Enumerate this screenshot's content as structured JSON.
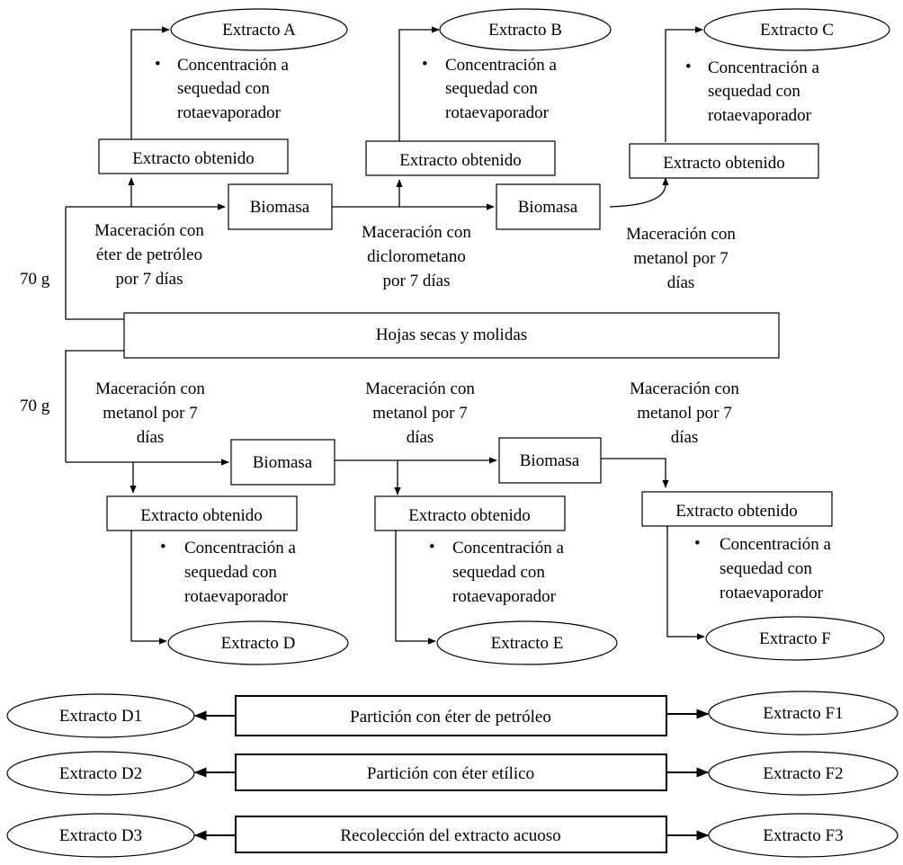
{
  "source": "Hojas secas y molidas",
  "mass_top": "70 g",
  "mass_bottom": "70 g",
  "top_row": {
    "steps": [
      [
        "Maceración con",
        "éter de petróleo",
        "por 7 días"
      ],
      [
        "Maceración con",
        "diclorometano",
        "por 7 días"
      ],
      [
        "Maceración con",
        "metanol por 7",
        "días"
      ]
    ],
    "biomass": [
      "Biomasa",
      "Biomasa"
    ],
    "obtained": [
      "Extracto obtenido",
      "Extracto obtenido",
      "Extracto obtenido"
    ],
    "concentration": [
      "Concentración a",
      "sequedad con",
      "rotaevaporador"
    ],
    "extracts": [
      "Extracto A",
      "Extracto B",
      "Extracto C"
    ]
  },
  "bottom_row": {
    "steps": [
      [
        "Maceración con",
        "metanol por 7",
        "días"
      ],
      [
        "Maceración con",
        "metanol por 7",
        "días"
      ],
      [
        "Maceración con",
        "metanol por 7",
        "días"
      ]
    ],
    "biomass": [
      "Biomasa",
      "Biomasa"
    ],
    "obtained": [
      "Extracto obtenido",
      "Extracto obtenido",
      "Extracto obtenido"
    ],
    "concentration": [
      "Concentración a",
      "sequedad con",
      "rotaevaporador"
    ],
    "extracts": [
      "Extracto D",
      "Extracto E",
      "Extracto F"
    ]
  },
  "partitions": [
    {
      "left": "Extracto D1",
      "process": "Partición con éter de petróleo",
      "right": "Extracto F1"
    },
    {
      "left": "Extracto D2",
      "process": "Partición con éter etílico",
      "right": "Extracto F2"
    },
    {
      "left": "Extracto D3",
      "process": "Recolección del extracto acuoso",
      "right": "Extracto F3"
    }
  ]
}
